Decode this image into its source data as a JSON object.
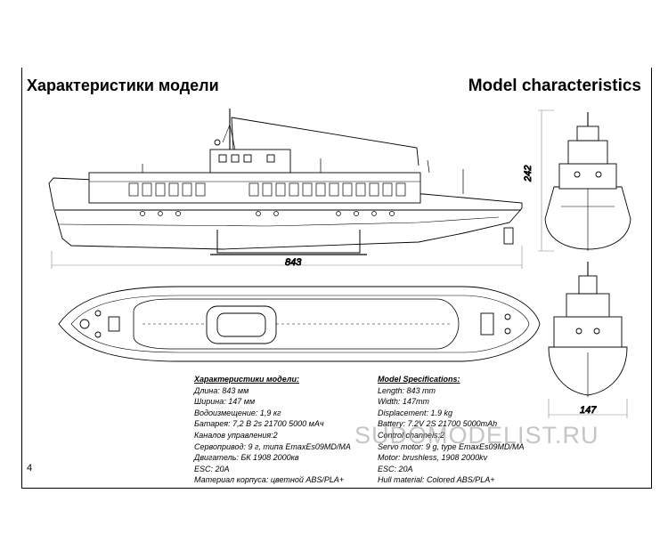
{
  "header": {
    "title_ru": "Характеристики модели",
    "title_en": "Model characteristics"
  },
  "dimensions": {
    "length": "843",
    "height": "242",
    "width": "147"
  },
  "specs_ru": {
    "heading": "Характеристики модели:",
    "lines": [
      "Длина: 843 мм",
      "Ширина: 147 мм",
      "Водоизмещение: 1,9 кг",
      "Батарея: 7,2 В 2s 21700 5000 мАч",
      "Каналов управления:2",
      "Сервопривод: 9 г, типа EmaxEs09MD/MA",
      "Двигатель: БК 1908 2000кв",
      "ESC: 20A",
      "Материал корпуса: цветной ABS/PLA+"
    ]
  },
  "specs_en": {
    "heading": "Model Specifications:",
    "lines": [
      "Length: 843 mm",
      "Width: 147mm",
      "Displacement: 1.9 kg",
      "Battery: 7.2V 2S 21700 5000mAh",
      "Control channels:2",
      "Servo motor: 9 g, type EmaxEs09MD/MA",
      "Motor: brushless, 1908 2000kv",
      "ESC: 20A",
      "Hull material: Colored ABS/PLA+"
    ]
  },
  "watermark": "SUDOMODELIST.RU",
  "page_number": "4"
}
